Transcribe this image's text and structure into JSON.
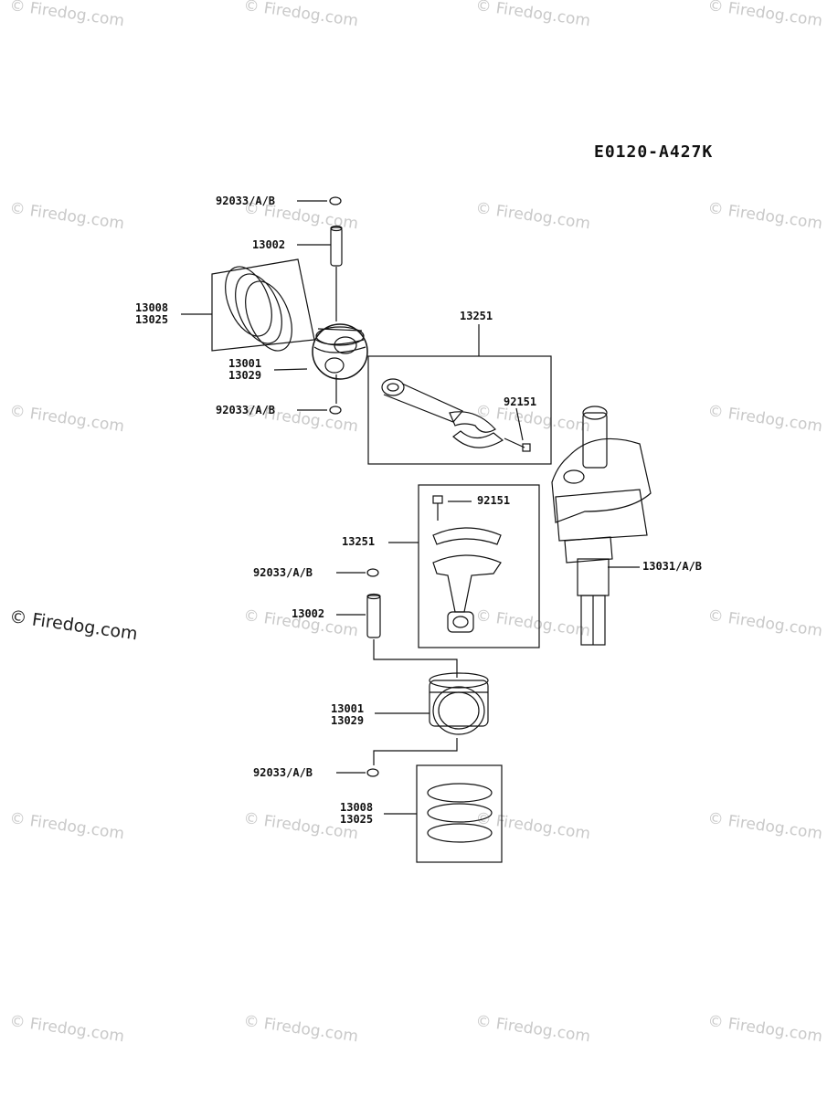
{
  "diagram_code": "E0120-A427K",
  "watermark": "© Firedog.com",
  "labels": {
    "clip_top_a": "92033/A/B",
    "pin_top": "13002",
    "rings_top_1": "13008",
    "rings_top_2": "13025",
    "piston_top_1": "13001",
    "piston_top_2": "13029",
    "clip_top_b": "92033/A/B",
    "rod_top": "13251",
    "bolt_top": "92151",
    "bolt_bottom": "92151",
    "rod_bottom": "13251",
    "crankshaft": "13031/A/B",
    "clip_bottom_a": "92033/A/B",
    "pin_bottom": "13002",
    "piston_bottom_1": "13001",
    "piston_bottom_2": "13029",
    "clip_bottom_b": "92033/A/B",
    "rings_bottom_1": "13008",
    "rings_bottom_2": "13025"
  }
}
